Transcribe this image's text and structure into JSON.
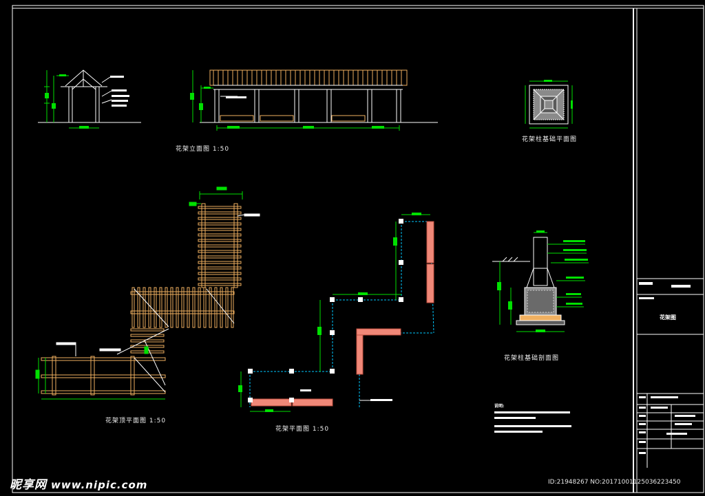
{
  "labels": {
    "elevation": "花架立面图 1:50",
    "base_plan": "花架柱基础平面图",
    "roof_plan": "花架顶平面图 1:50",
    "floor_plan": "花架平面图 1:50",
    "section": "花架柱基础剖面图"
  },
  "title_block": {
    "drawing_name": "花架图"
  },
  "notes": {
    "heading": "说明:"
  },
  "watermark": {
    "brand": "昵享网",
    "url": "www.nipic.com",
    "id_text": "ID:21948267 NO:20171001125036223450"
  },
  "colors": {
    "background": "#000000",
    "frame": "#ffffff",
    "dimension": "#00e000",
    "timber": "#f0b060",
    "cyan": "#00c8ff",
    "pink": "#f08878",
    "concrete": "#8a8a8a"
  }
}
